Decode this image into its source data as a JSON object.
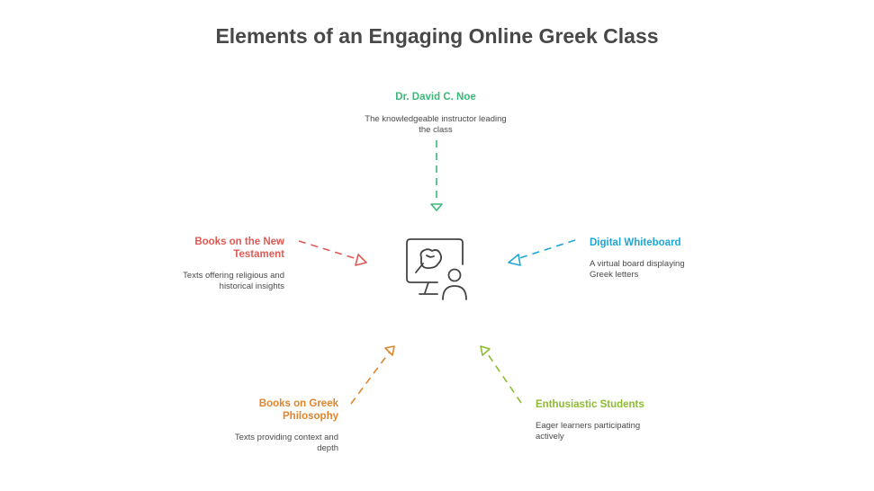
{
  "title": "Elements of an Engaging Online Greek Class",
  "nodes": {
    "top": {
      "heading": "Dr. David C. Noe",
      "description": "The knowledgeable instructor leading the class",
      "color": "#3cb878"
    },
    "left": {
      "heading": "Books on the New Testament",
      "description": "Texts offering religious and historical insights",
      "color": "#e05a55"
    },
    "right": {
      "heading": "Digital Whiteboard",
      "description": "A virtual board displaying Greek letters",
      "color": "#1ea6d4"
    },
    "bottom_left": {
      "heading": "Books on Greek Philosophy",
      "description": "Texts providing context and depth",
      "color": "#e0852e"
    },
    "bottom_right": {
      "heading": "Enthusiastic Students",
      "description": "Eager learners participating actively",
      "color": "#8dbb32"
    }
  },
  "center_icon": "online-class-icon"
}
